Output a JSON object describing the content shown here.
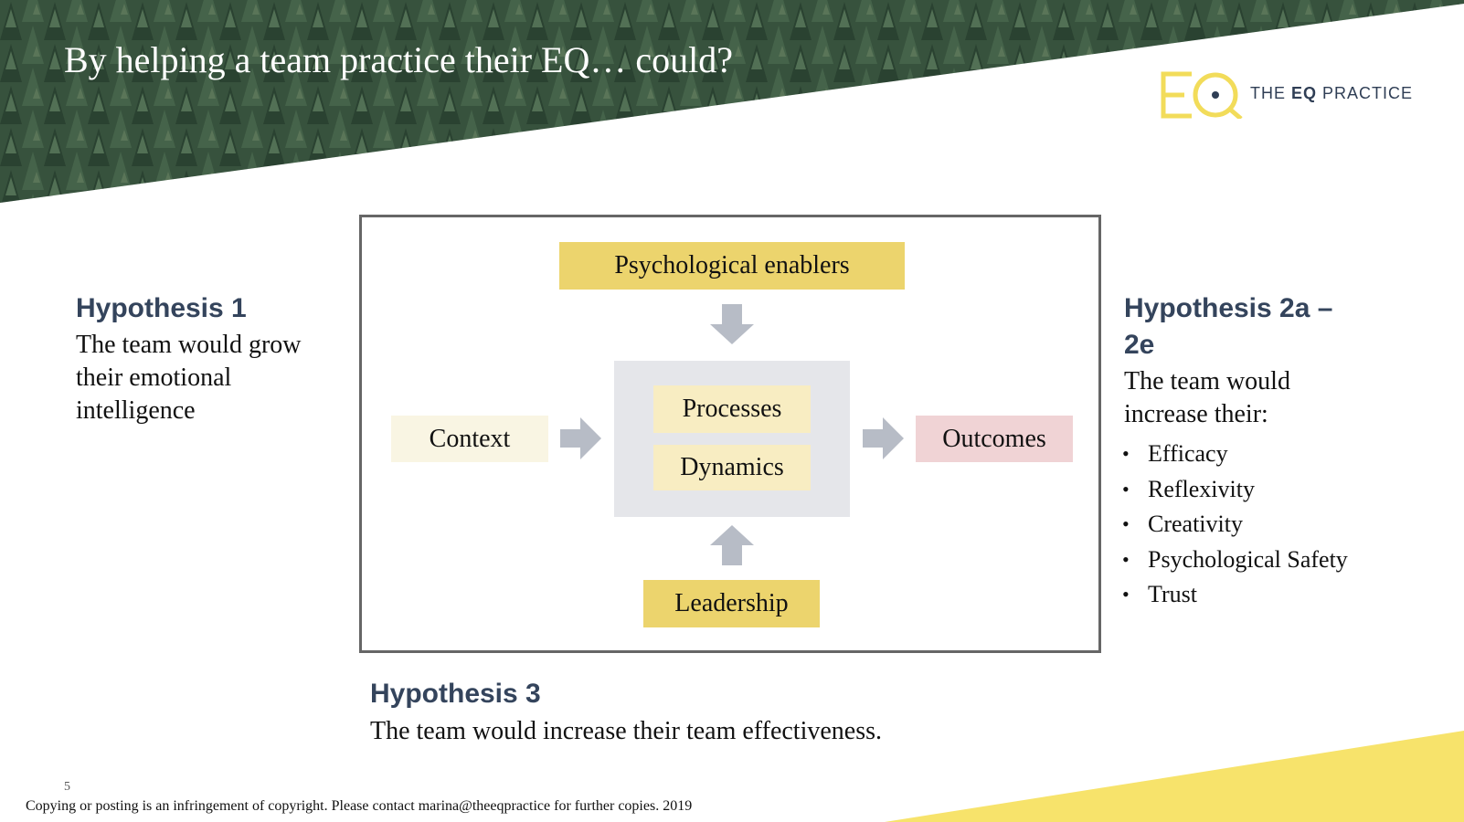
{
  "slide": {
    "title": "By helping a team practice their EQ… could?",
    "page_number": "5",
    "copyright": "Copying or posting is an infringement of copyright. Please contact  marina@theeqpractice for further copies. 2019"
  },
  "logo": {
    "mark_text": "EQ",
    "name_prefix": "THE ",
    "name_bold": "EQ",
    "name_suffix": " PRACTICE",
    "color": "#f2dc5a"
  },
  "hypothesis_1": {
    "heading": "Hypothesis 1",
    "lines": [
      "The team would grow",
      "their emotional",
      "intelligence"
    ]
  },
  "hypothesis_2": {
    "heading_lines": [
      "Hypothesis 2a –",
      "2e"
    ],
    "intro_lines": [
      "The team would",
      "increase their:"
    ],
    "items": [
      "Efficacy",
      "Reflexivity",
      "Creativity",
      "Psychological Safety",
      "Trust"
    ]
  },
  "hypothesis_3": {
    "heading": "Hypothesis 3",
    "body": "The team would increase their team effectiveness."
  },
  "diagram": {
    "psychological_enablers": "Psychological enablers",
    "context": "Context",
    "processes": "Processes",
    "dynamics": "Dynamics",
    "outcomes": "Outcomes",
    "leadership": "Leadership",
    "colors": {
      "yellow": "#ecd46d",
      "light_yellow": "#f9f5e3",
      "pale_yellow": "#f8edc2",
      "pink": "#f0d3d5",
      "grey_panel": "#e5e6ea",
      "arrow": "#b7bcc6",
      "frame": "#666666"
    }
  },
  "colors": {
    "accent_yellow": "#f7e36b",
    "heading_navy": "#34445c",
    "forest_dark": "#34503a"
  }
}
